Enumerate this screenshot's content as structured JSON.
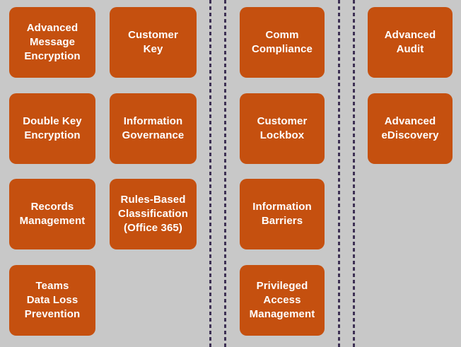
{
  "colors": {
    "background": "#C8C8C8",
    "box_fill": "#C5500F",
    "box_text": "#FFFFFF",
    "divider": "#3E3154"
  },
  "boxes": [
    {
      "label": "Advanced\nMessage\nEncryption"
    },
    {
      "label": "Customer\nKey"
    },
    {
      "label": "Comm\nCompliance"
    },
    {
      "label": "Advanced\nAudit"
    },
    {
      "label": "Double Key\nEncryption"
    },
    {
      "label": "Information\nGovernance"
    },
    {
      "label": "Customer\nLockbox"
    },
    {
      "label": "Advanced\neDiscovery"
    },
    {
      "label": "Records\nManagement"
    },
    {
      "label": "Rules-Based\nClassification\n(Office 365)"
    },
    {
      "label": "Information\nBarriers"
    },
    {
      "label": "Teams\nData Loss\nPrevention"
    },
    {
      "label": "Privileged\nAccess\nManagement"
    }
  ]
}
